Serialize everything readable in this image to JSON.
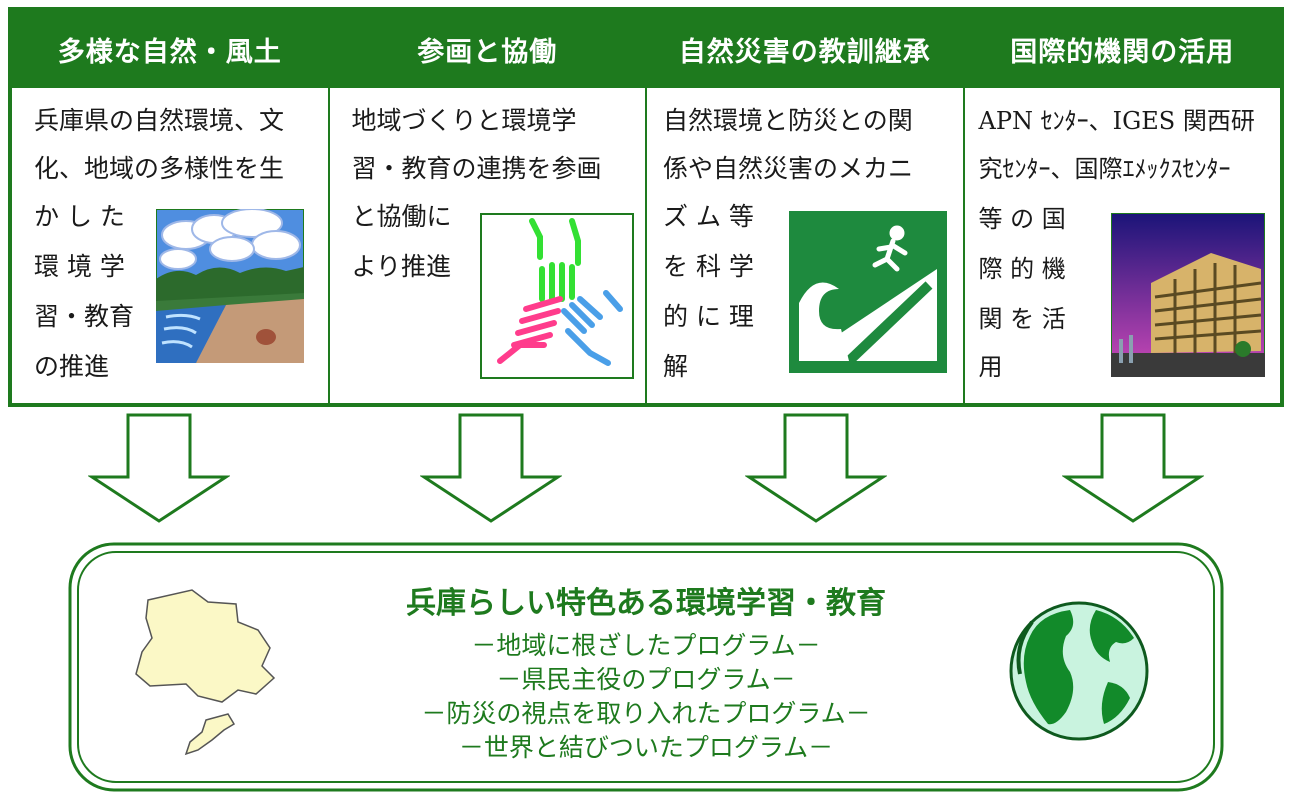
{
  "columns": [
    {
      "title": "多様な自然・風土",
      "lines": [
        "兵庫県の自然環境、文",
        "化、地域の多様性を生",
        "か し た",
        "環 境 学",
        "習・教育",
        "の推進"
      ],
      "icon": "beach-landscape-icon"
    },
    {
      "title": "参画と協働",
      "lines": [
        "地域づくりと環境学",
        "習・教育の連携を参画",
        "と協働に",
        "より推進"
      ],
      "icon": "joined-hands-icon"
    },
    {
      "title": "自然災害の教訓継承",
      "lines": [
        "自然環境と防災との関",
        "係や自然災害のメカニ",
        "ズ ム 等",
        "を 科 学",
        "的 に 理",
        "解"
      ],
      "icon": "tsunami-evacuation-icon"
    },
    {
      "title": "国際的機関の活用",
      "lines": [
        "APN ｾﾝﾀｰ、IGES 関西研",
        "究ｾﾝﾀｰ、国際ｴﾒｯｸｽｾﾝﾀｰ",
        "等 の 国",
        "際 的 機",
        "関 を 活",
        "用"
      ],
      "icon": "office-building-icon"
    }
  ],
  "summary": {
    "title": "兵庫らしい特色ある環境学習・教育",
    "items": [
      "－地域に根ざしたプログラム－",
      "－県民主役のプログラム－",
      "－防災の視点を取り入れたプログラム－",
      "－世界と結びついたプログラム－"
    ],
    "left_icon": "hyogo-map-icon",
    "right_icon": "globe-icon"
  },
  "colors": {
    "accent": "#1e7a1e",
    "map_fill": "#fbf8c6",
    "globe_land": "#128a2a",
    "globe_sea": "#c9f3df"
  }
}
